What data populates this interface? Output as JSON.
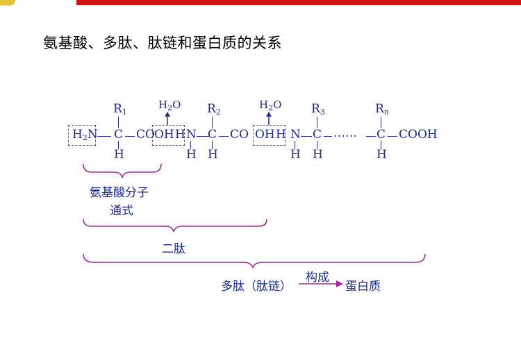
{
  "title": "氨基酸、多肽、肽链和蛋白质的关系",
  "formula": {
    "nh2": "H",
    "nh2_sub": "2",
    "n_letter": "N",
    "c": "C",
    "co": "CO",
    "cooh": "COOH",
    "h": "H",
    "oh": "OH",
    "n": "N",
    "r": "R",
    "r1_sub": "1",
    "r2_sub": "2",
    "r3_sub": "3",
    "rn_sub": "n",
    "water_h": "H",
    "water_sub": "2",
    "water_o": "O",
    "dots": "……"
  },
  "labels": {
    "amino_acid_line1": "氨基酸分子",
    "amino_acid_line2": "通式",
    "dipeptide": "二肽",
    "polypeptide": "多肽（肽链）",
    "forms": "构成",
    "protein": "蛋白质"
  },
  "colors": {
    "accent_bar": "#d0131b",
    "ink": "#1b2a8c",
    "brace": "#a02a9c"
  }
}
